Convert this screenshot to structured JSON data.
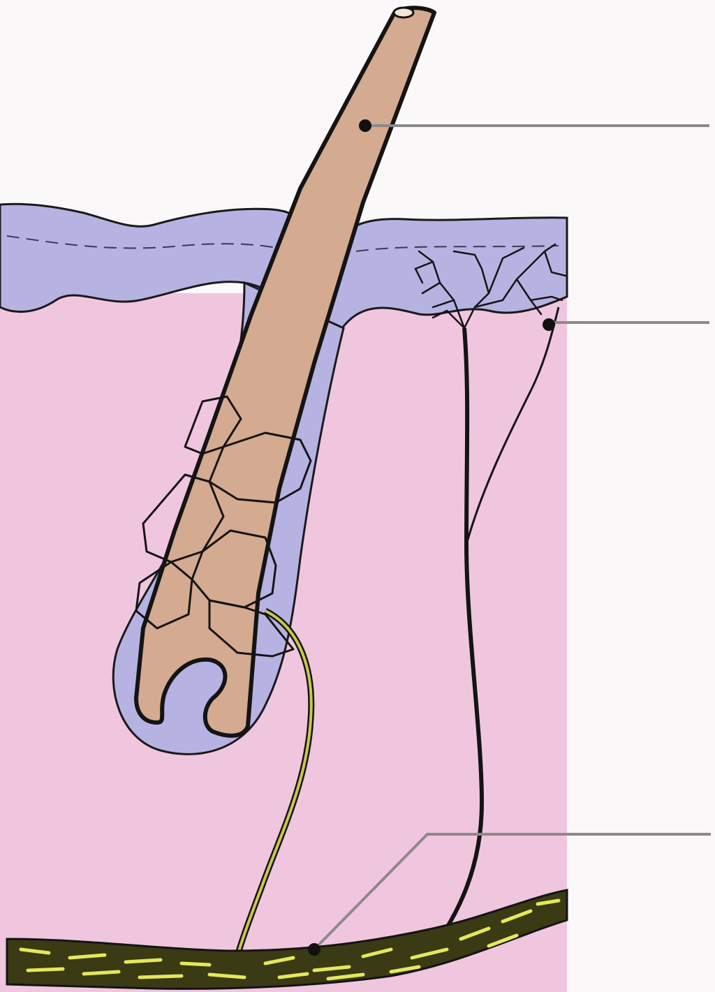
{
  "diagram": {
    "title": "",
    "colors": {
      "background": "#fbf8fa",
      "dermis": "#f0c6de",
      "epidermis": "#b6b3e3",
      "hair": "#d4aa90",
      "nerve": "#e4e85a",
      "nerve_bundle": "#3a3a14",
      "outline": "#141414",
      "leader_line": "#8a8a8a"
    },
    "labels": [
      {
        "id": "hair-shaft-label",
        "text": ""
      },
      {
        "id": "free-nerve-endings-label",
        "text": ""
      },
      {
        "id": "nerve-bundle-label",
        "text": ""
      }
    ]
  }
}
